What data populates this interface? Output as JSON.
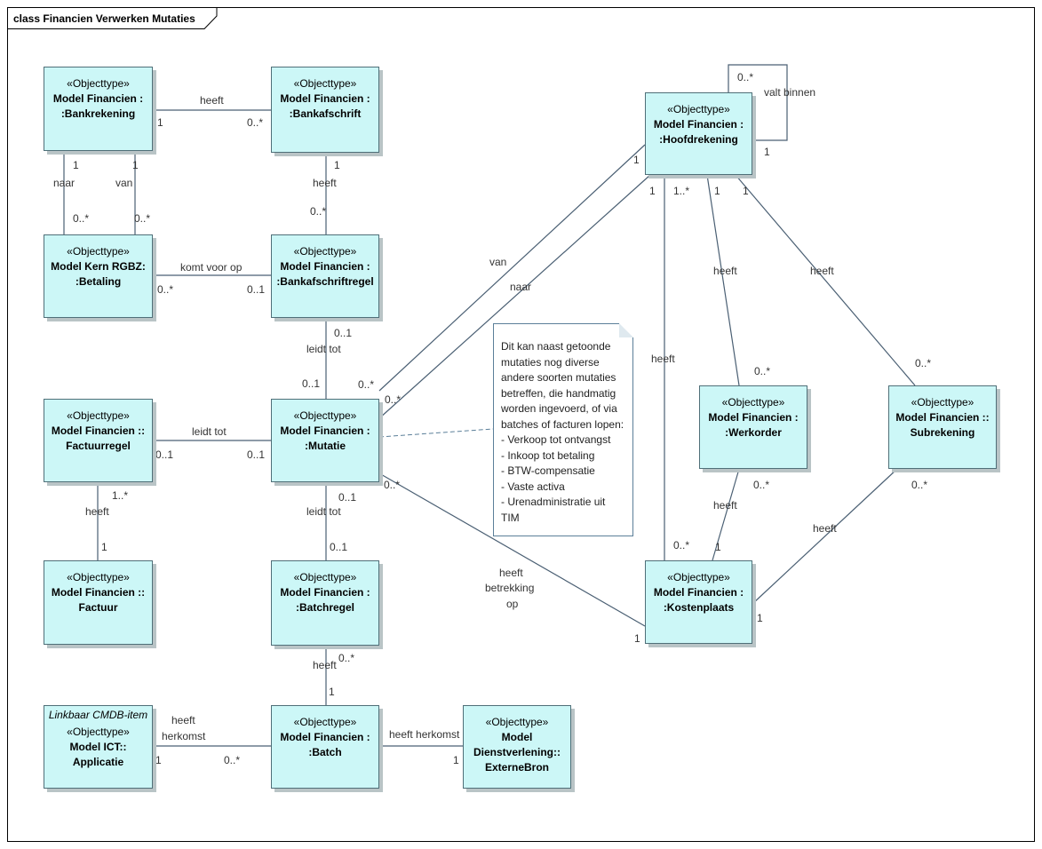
{
  "diagram": {
    "title": "class Financien Verwerken Mutaties"
  },
  "classes": {
    "bankrekening": {
      "stereotype": "«Objecttype»",
      "name": [
        "Model Financien :",
        ":Bankrekening"
      ]
    },
    "bankafschrift": {
      "stereotype": "«Objecttype»",
      "name": [
        "Model Financien :",
        ":Bankafschrift"
      ]
    },
    "betaling": {
      "stereotype": "«Objecttype»",
      "name": [
        "Model Kern RGBZ:",
        ":Betaling"
      ]
    },
    "bankafschriftregel": {
      "stereotype": "«Objecttype»",
      "name": [
        "Model Financien :",
        ":Bankafschriftregel"
      ]
    },
    "factuurregel": {
      "stereotype": "«Objecttype»",
      "name": [
        "Model Financien ::",
        "Factuurregel"
      ]
    },
    "mutatie": {
      "stereotype": "«Objecttype»",
      "name": [
        "Model Financien :",
        ":Mutatie"
      ]
    },
    "factuur": {
      "stereotype": "«Objecttype»",
      "name": [
        "Model Financien ::",
        "Factuur"
      ]
    },
    "batchregel": {
      "stereotype": "«Objecttype»",
      "name": [
        "Model Financien :",
        ":Batchregel"
      ]
    },
    "applicatie": {
      "tag": "Linkbaar CMDB-item",
      "stereotype": "«Objecttype»",
      "name": [
        "Model ICT::",
        "Applicatie"
      ]
    },
    "batch": {
      "stereotype": "«Objecttype»",
      "name": [
        "Model Financien :",
        ":Batch"
      ]
    },
    "externebron": {
      "stereotype": "«Objecttype»",
      "name": [
        "Model",
        "Dienstverlening::",
        "ExterneBron"
      ]
    },
    "hoofdrekening": {
      "stereotype": "«Objecttype»",
      "name": [
        "Model Financien :",
        ":Hoofdrekening"
      ]
    },
    "werkorder": {
      "stereotype": "«Objecttype»",
      "name": [
        "Model Financien :",
        ":Werkorder"
      ]
    },
    "subrekening": {
      "stereotype": "«Objecttype»",
      "name": [
        "Model Financien ::",
        "Subrekening"
      ]
    },
    "kostenplaats": {
      "stereotype": "«Objecttype»",
      "name": [
        "Model Financien :",
        ":Kostenplaats"
      ]
    }
  },
  "note": {
    "lines": [
      "Dit kan naast getoonde",
      "mutaties nog diverse",
      "andere soorten mutaties",
      "betreffen, die handmatig",
      "worden ingevoerd, of via",
      "batches of facturen lopen:",
      "- Verkoop tot ontvangst",
      "- Inkoop tot betaling",
      "- BTW-compensatie",
      "- Vaste activa",
      "- Urenadministratie uit",
      "TIM"
    ]
  },
  "labels": {
    "heeft": "heeft",
    "naar": "naar",
    "van": "van",
    "komt_voor_op": "komt voor op",
    "leidt_tot": "leidt tot",
    "valt_binnen": "valt binnen",
    "herkomst": "herkomst",
    "heeft_herkomst": "heeft herkomst",
    "betrekking": "betrekking",
    "op": "op",
    "m1": "1",
    "m0n": "0..*",
    "m01": "0..1",
    "m1n": "1..*"
  },
  "colors": {
    "class_fill": "#ccf7f7",
    "class_border": "#4f6f78",
    "line": "#4a5f73",
    "note_border": "#5b7f99"
  }
}
